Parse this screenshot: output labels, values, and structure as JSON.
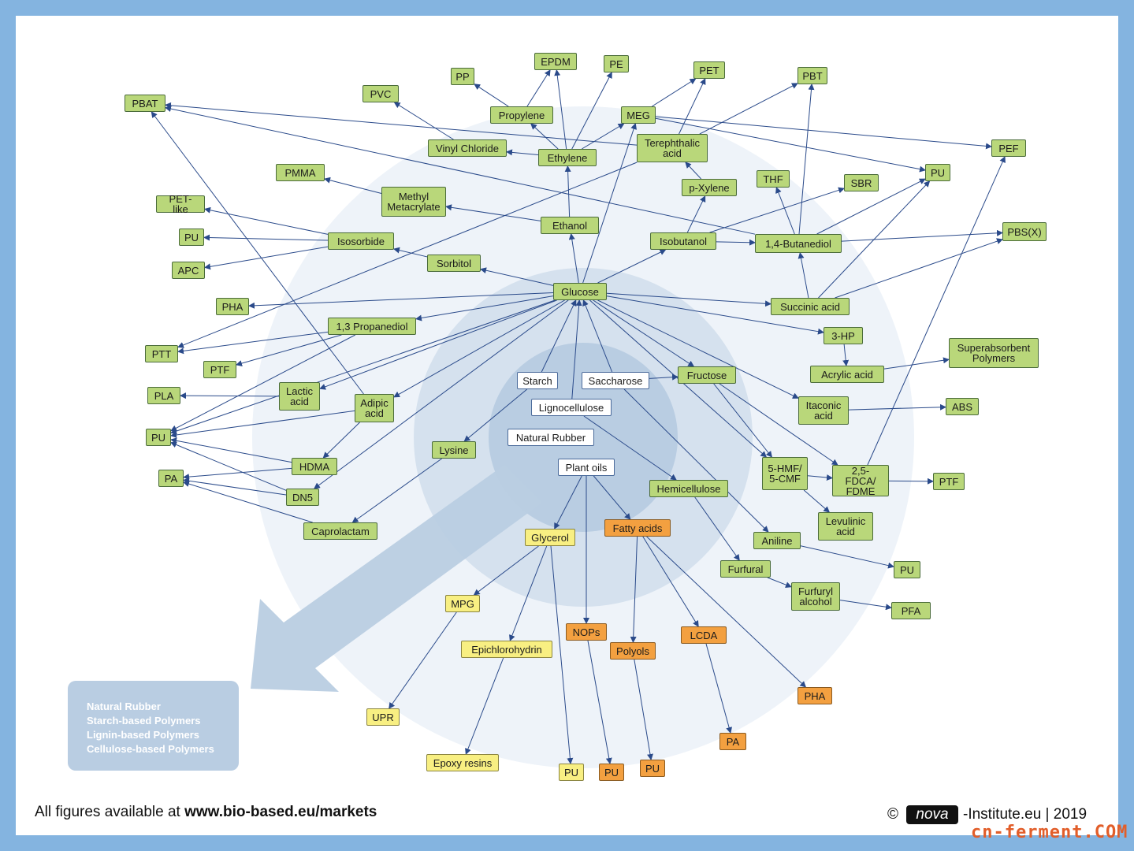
{
  "nodes": [
    {
      "id": "pbat",
      "label": "PBAT",
      "color": "green"
    },
    {
      "id": "pvc",
      "label": "PVC",
      "color": "green"
    },
    {
      "id": "pp",
      "label": "PP",
      "color": "green"
    },
    {
      "id": "epdm",
      "label": "EPDM",
      "color": "green"
    },
    {
      "id": "pe",
      "label": "PE",
      "color": "green"
    },
    {
      "id": "pet",
      "label": "PET",
      "color": "green"
    },
    {
      "id": "pbt",
      "label": "PBT",
      "color": "green"
    },
    {
      "id": "propylene",
      "label": "Propylene",
      "color": "green"
    },
    {
      "id": "meg",
      "label": "MEG",
      "color": "green"
    },
    {
      "id": "vinyl",
      "label": "Vinyl Chloride",
      "color": "green"
    },
    {
      "id": "ethylene",
      "label": "Ethylene",
      "color": "green"
    },
    {
      "id": "terephthalic",
      "label": "Terephthalic\nacid",
      "color": "green"
    },
    {
      "id": "pef",
      "label": "PEF",
      "color": "green"
    },
    {
      "id": "pmma",
      "label": "PMMA",
      "color": "green"
    },
    {
      "id": "pu_top",
      "label": "PU",
      "color": "green"
    },
    {
      "id": "methyl",
      "label": "Methyl\nMetacrylate",
      "color": "green"
    },
    {
      "id": "thf",
      "label": "THF",
      "color": "green"
    },
    {
      "id": "sbr",
      "label": "SBR",
      "color": "green"
    },
    {
      "id": "pxylene",
      "label": "p-Xylene",
      "color": "green"
    },
    {
      "id": "petlike",
      "label": "PET-like",
      "color": "green"
    },
    {
      "id": "ethanol",
      "label": "Ethanol",
      "color": "green"
    },
    {
      "id": "pu_l1",
      "label": "PU",
      "color": "green"
    },
    {
      "id": "isosorbide",
      "label": "Isosorbide",
      "color": "green"
    },
    {
      "id": "isobutanol",
      "label": "Isobutanol",
      "color": "green"
    },
    {
      "id": "butanediol",
      "label": "1,4-Butanediol",
      "color": "green"
    },
    {
      "id": "pbsx",
      "label": "PBS(X)",
      "color": "green"
    },
    {
      "id": "sorbitol",
      "label": "Sorbitol",
      "color": "green"
    },
    {
      "id": "apc",
      "label": "APC",
      "color": "green"
    },
    {
      "id": "glucose",
      "label": "Glucose",
      "color": "green"
    },
    {
      "id": "pha_l",
      "label": "PHA",
      "color": "green"
    },
    {
      "id": "succinic",
      "label": "Succinic acid",
      "color": "green"
    },
    {
      "id": "propanediol",
      "label": "1,3 Propanediol",
      "color": "green"
    },
    {
      "id": "3hp",
      "label": "3-HP",
      "color": "green"
    },
    {
      "id": "ptt",
      "label": "PTT",
      "color": "green"
    },
    {
      "id": "superabs",
      "label": "Superabsorbent\nPolymers",
      "color": "green"
    },
    {
      "id": "ptf_l",
      "label": "PTF",
      "color": "green"
    },
    {
      "id": "acrylic",
      "label": "Acrylic acid",
      "color": "green"
    },
    {
      "id": "fructose",
      "label": "Fructose",
      "color": "green"
    },
    {
      "id": "starch",
      "label": "Starch",
      "color": "white"
    },
    {
      "id": "saccharose",
      "label": "Saccharose",
      "color": "white"
    },
    {
      "id": "lactic",
      "label": "Lactic\nacid",
      "color": "green"
    },
    {
      "id": "pla",
      "label": "PLA",
      "color": "green"
    },
    {
      "id": "adipic",
      "label": "Adipic\nacid",
      "color": "green"
    },
    {
      "id": "itaconic",
      "label": "Itaconic\nacid",
      "color": "green"
    },
    {
      "id": "abs",
      "label": "ABS",
      "color": "green"
    },
    {
      "id": "lignocellulose",
      "label": "Lignocellulose",
      "color": "white"
    },
    {
      "id": "pu_l2",
      "label": "PU",
      "color": "green"
    },
    {
      "id": "naturalrubber",
      "label": "Natural Rubber",
      "color": "white"
    },
    {
      "id": "lysine",
      "label": "Lysine",
      "color": "green"
    },
    {
      "id": "hmf",
      "label": "5-HMF/\n5-CMF",
      "color": "green"
    },
    {
      "id": "hdma",
      "label": "HDMA",
      "color": "green"
    },
    {
      "id": "plantoils",
      "label": "Plant oils",
      "color": "white"
    },
    {
      "id": "fdca",
      "label": "2,5-FDCA/\nFDME",
      "color": "green"
    },
    {
      "id": "pa_l",
      "label": "PA",
      "color": "green"
    },
    {
      "id": "ptf_r",
      "label": "PTF",
      "color": "green"
    },
    {
      "id": "dn5",
      "label": "DN5",
      "color": "green"
    },
    {
      "id": "hemicellulose",
      "label": "Hemicellulose",
      "color": "green"
    },
    {
      "id": "levulinic",
      "label": "Levulinic\nacid",
      "color": "green"
    },
    {
      "id": "fattyacids",
      "label": "Fatty acids",
      "color": "orange"
    },
    {
      "id": "caprolactam",
      "label": "Caprolactam",
      "color": "green"
    },
    {
      "id": "glycerol",
      "label": "Glycerol",
      "color": "yellow"
    },
    {
      "id": "aniline",
      "label": "Aniline",
      "color": "green"
    },
    {
      "id": "furfural",
      "label": "Furfural",
      "color": "green"
    },
    {
      "id": "pu_r",
      "label": "PU",
      "color": "green"
    },
    {
      "id": "furfuryl",
      "label": "Furfuryl\nalcohol",
      "color": "green"
    },
    {
      "id": "mpg",
      "label": "MPG",
      "color": "yellow"
    },
    {
      "id": "pfa",
      "label": "PFA",
      "color": "green"
    },
    {
      "id": "nops",
      "label": "NOPs",
      "color": "orange"
    },
    {
      "id": "lcda",
      "label": "LCDA",
      "color": "orange"
    },
    {
      "id": "epichloro",
      "label": "Epichlorohydrin",
      "color": "yellow"
    },
    {
      "id": "polyols",
      "label": "Polyols",
      "color": "orange"
    },
    {
      "id": "pha_r",
      "label": "PHA",
      "color": "orange"
    },
    {
      "id": "upr",
      "label": "UPR",
      "color": "yellow"
    },
    {
      "id": "pa_b",
      "label": "PA",
      "color": "orange"
    },
    {
      "id": "epoxy",
      "label": "Epoxy resins",
      "color": "yellow"
    },
    {
      "id": "pu_b1",
      "label": "PU",
      "color": "yellow"
    },
    {
      "id": "pu_b2",
      "label": "PU",
      "color": "orange"
    },
    {
      "id": "pu_b3",
      "label": "PU",
      "color": "orange"
    }
  ],
  "edges": [
    [
      "propylene",
      "pp"
    ],
    [
      "propylene",
      "epdm"
    ],
    [
      "ethylene",
      "epdm"
    ],
    [
      "ethylene",
      "pe"
    ],
    [
      "ethylene",
      "propylene"
    ],
    [
      "ethylene",
      "vinyl"
    ],
    [
      "vinyl",
      "pvc"
    ],
    [
      "ethylene",
      "meg"
    ],
    [
      "ethanol",
      "ethylene"
    ],
    [
      "ethanol",
      "methyl"
    ],
    [
      "methyl",
      "pmma"
    ],
    [
      "meg",
      "pet"
    ],
    [
      "meg",
      "pef"
    ],
    [
      "meg",
      "pu_top"
    ],
    [
      "terephthalic",
      "pet"
    ],
    [
      "terephthalic",
      "pbt"
    ],
    [
      "terephthalic",
      "pbat"
    ],
    [
      "pxylene",
      "terephthalic"
    ],
    [
      "isobutanol",
      "pxylene"
    ],
    [
      "butanediol",
      "pbat"
    ],
    [
      "butanediol",
      "thf"
    ],
    [
      "butanediol",
      "pbt"
    ],
    [
      "butanediol",
      "pu_top"
    ],
    [
      "butanediol",
      "pbsx"
    ],
    [
      "isobutanol",
      "sbr"
    ],
    [
      "isobutanol",
      "butanediol"
    ],
    [
      "succinic",
      "butanediol"
    ],
    [
      "succinic",
      "pu_top"
    ],
    [
      "succinic",
      "pbsx"
    ],
    [
      "isosorbide",
      "petlike"
    ],
    [
      "isosorbide",
      "pu_l1"
    ],
    [
      "isosorbide",
      "apc"
    ],
    [
      "sorbitol",
      "isosorbide"
    ],
    [
      "glucose",
      "sorbitol"
    ],
    [
      "glucose",
      "ethanol"
    ],
    [
      "glucose",
      "isobutanol"
    ],
    [
      "glucose",
      "meg"
    ],
    [
      "glucose",
      "pha_l"
    ],
    [
      "glucose",
      "succinic"
    ],
    [
      "glucose",
      "3hp"
    ],
    [
      "glucose",
      "itaconic"
    ],
    [
      "glucose",
      "fructose"
    ],
    [
      "glucose",
      "hmf"
    ],
    [
      "glucose",
      "lactic"
    ],
    [
      "glucose",
      "adipic"
    ],
    [
      "glucose",
      "pu_l2"
    ],
    [
      "glucose",
      "dn5"
    ],
    [
      "glucose",
      "propanediol"
    ],
    [
      "3hp",
      "acrylic"
    ],
    [
      "acrylic",
      "superabs"
    ],
    [
      "itaconic",
      "abs"
    ],
    [
      "propanediol",
      "ptt"
    ],
    [
      "propanediol",
      "ptf_l"
    ],
    [
      "propanediol",
      "pu_l2"
    ],
    [
      "lactic",
      "pla"
    ],
    [
      "adipic",
      "pbat"
    ],
    [
      "adipic",
      "pu_l2"
    ],
    [
      "adipic",
      "hdma"
    ],
    [
      "hdma",
      "pu_l2"
    ],
    [
      "hdma",
      "pa_l"
    ],
    [
      "dn5",
      "pa_l"
    ],
    [
      "dn5",
      "pu_l2"
    ],
    [
      "caprolactam",
      "pa_l"
    ],
    [
      "lysine",
      "caprolactam"
    ],
    [
      "starch",
      "glucose"
    ],
    [
      "starch",
      "lysine"
    ],
    [
      "lignocellulose",
      "glucose"
    ],
    [
      "saccharose",
      "glucose"
    ],
    [
      "saccharose",
      "fructose"
    ],
    [
      "fructose",
      "hmf"
    ],
    [
      "fructose",
      "fdca"
    ],
    [
      "hmf",
      "fdca"
    ],
    [
      "hmf",
      "levulinic"
    ],
    [
      "fdca",
      "pef"
    ],
    [
      "fdca",
      "ptf_r"
    ],
    [
      "terephthalic",
      "ptt"
    ],
    [
      "lignocellulose",
      "hemicellulose"
    ],
    [
      "hemicellulose",
      "furfural"
    ],
    [
      "furfural",
      "furfuryl"
    ],
    [
      "furfuryl",
      "pfa"
    ],
    [
      "saccharose",
      "aniline"
    ],
    [
      "aniline",
      "pu_r"
    ],
    [
      "plantoils",
      "glycerol"
    ],
    [
      "plantoils",
      "fattyacids"
    ],
    [
      "plantoils",
      "nops"
    ],
    [
      "glycerol",
      "mpg"
    ],
    [
      "glycerol",
      "epichloro"
    ],
    [
      "glycerol",
      "pu_b1"
    ],
    [
      "mpg",
      "upr"
    ],
    [
      "epichloro",
      "epoxy"
    ],
    [
      "nops",
      "pu_b2"
    ],
    [
      "fattyacids",
      "polyols"
    ],
    [
      "fattyacids",
      "lcda"
    ],
    [
      "fattyacids",
      "pha_r"
    ],
    [
      "polyols",
      "pu_b3"
    ],
    [
      "lcda",
      "pa_b"
    ]
  ],
  "legend": [
    "Natural Rubber",
    "Starch-based Polymers",
    "Lignin-based Polymers",
    "Cellulose-based Polymers"
  ],
  "footer": {
    "prefix": "All figures available at ",
    "url": "www.bio-based.eu/markets",
    "copyright": "©",
    "logo_text": "nova",
    "suffix": "-Institute.eu | 2019",
    "watermark": "cn-ferment.COM"
  },
  "colors": {
    "green": "#b9d77a",
    "yellow": "#f8ef82",
    "orange": "#f3a040",
    "white": "#ffffff",
    "edge": "#2a4a8a",
    "frame": "#84b4e0"
  }
}
